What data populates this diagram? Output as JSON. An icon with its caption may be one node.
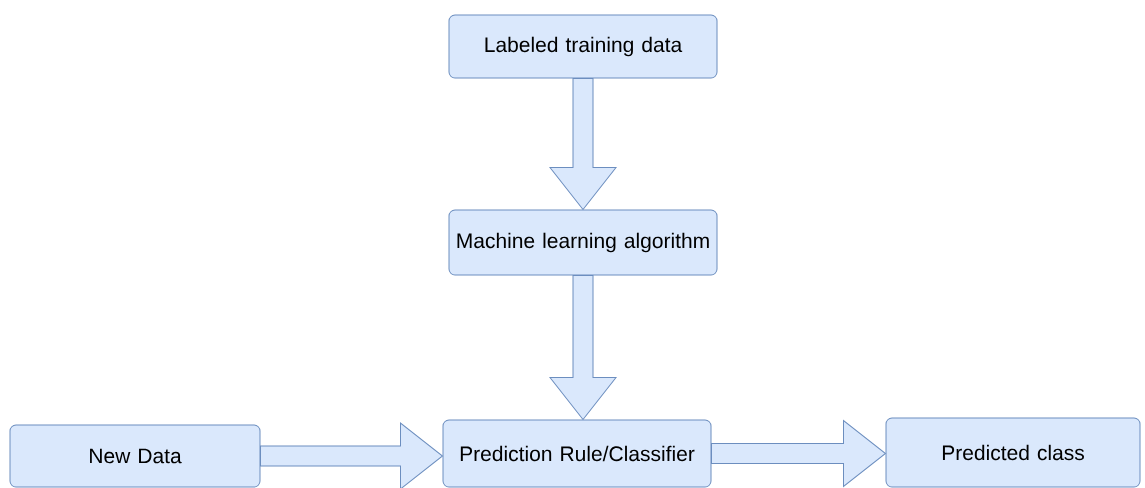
{
  "diagram": {
    "nodes": [
      {
        "text": [
          "Labeled training data"
        ]
      },
      {
        "text": [
          "Machine learning algorithm"
        ]
      },
      {
        "text": [
          "New Data"
        ]
      },
      {
        "text": [
          "Prediction Rule/Classifier"
        ]
      },
      {
        "text": [
          "Predicted class"
        ]
      }
    ],
    "edges": [
      {
        "from": 0,
        "to": 1,
        "arrow": "to"
      },
      {
        "from": 1,
        "to": 3,
        "arrow": "to"
      },
      {
        "from": 2,
        "to": 3,
        "arrow": "to"
      },
      {
        "from": 3,
        "to": 4,
        "arrow": "to"
      }
    ]
  }
}
